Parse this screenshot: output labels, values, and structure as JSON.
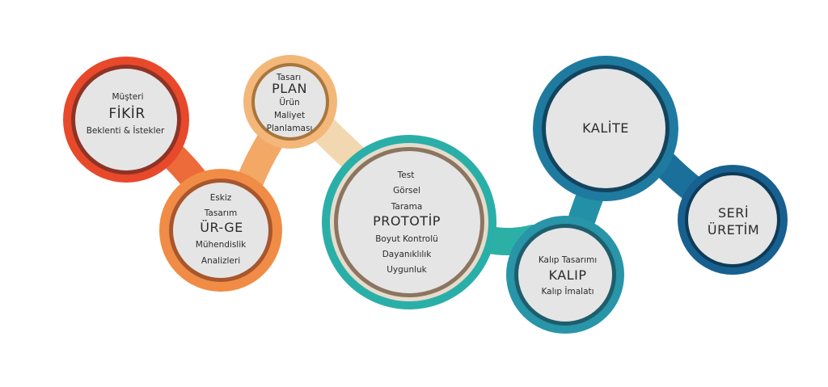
{
  "nodes": {
    "fikir": {
      "top": "Müşteri",
      "title": "FİKİR",
      "bottom": "Beklenti & İstekler",
      "color": "#e8492a"
    },
    "urge": {
      "lines": [
        "Eskiz",
        "Tasarım"
      ],
      "title": "ÜR-GE",
      "after": [
        "Mühendislik",
        "Analizleri"
      ],
      "color": "#f19a55"
    },
    "plan": {
      "top": "Tasarı",
      "title": "PLAN",
      "after": [
        "Ürün",
        "Maliyet",
        "Planlaması"
      ],
      "color": "#f3b779"
    },
    "prototip": {
      "lines": [
        "Test",
        "Görsel",
        "Tarama"
      ],
      "title": "PROTOTİP",
      "after": [
        "Boyut Kontrolü",
        "Dayanıklılık",
        "Uygunluk"
      ],
      "color": "#2aafa8"
    },
    "kalip": {
      "top": "Kalıp Tasarımı",
      "title": "KALIP",
      "bottom": "Kalıp İmalatı",
      "color": "#2895a8"
    },
    "kalite": {
      "title": "KALİTE",
      "color": "#1f7aa0"
    },
    "seri": {
      "title_line1": "SERİ",
      "title_line2": "ÜRETİM",
      "color": "#17608f"
    }
  }
}
